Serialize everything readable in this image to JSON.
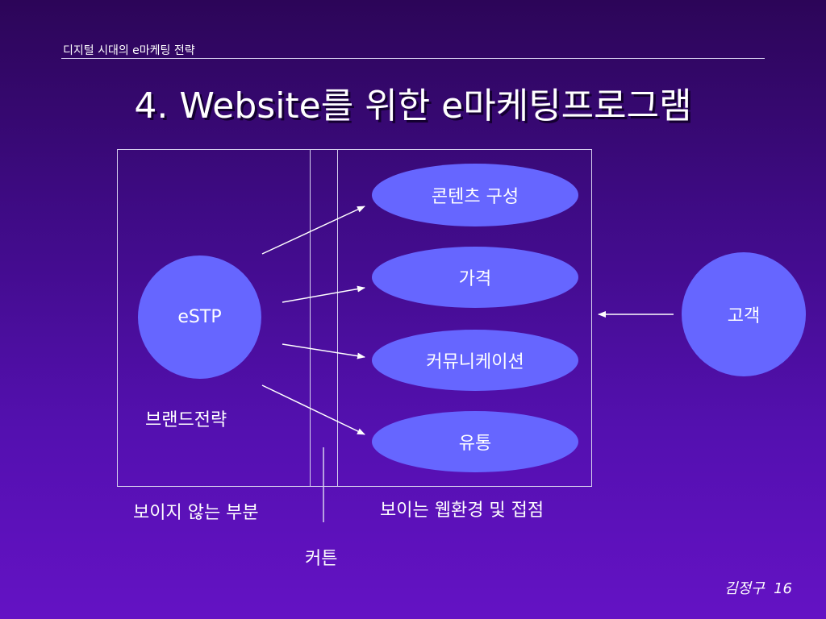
{
  "header": {
    "text": "디지털 시대의 e마케팅 전략"
  },
  "title": "4. Website를 위한 e마케팅프로그램",
  "diagram": {
    "left_circle": "eSTP",
    "brand_label": "브랜드전략",
    "invisible_label": "보이지 않는 부분",
    "curtain_label": "커튼",
    "visible_label": "보이는 웹환경 및 접점",
    "customer": "고객",
    "programs": [
      "콘텐츠 구성",
      "가격",
      "커뮤니케이션",
      "유통"
    ]
  },
  "footer": {
    "author": "김정구",
    "page": "16"
  }
}
